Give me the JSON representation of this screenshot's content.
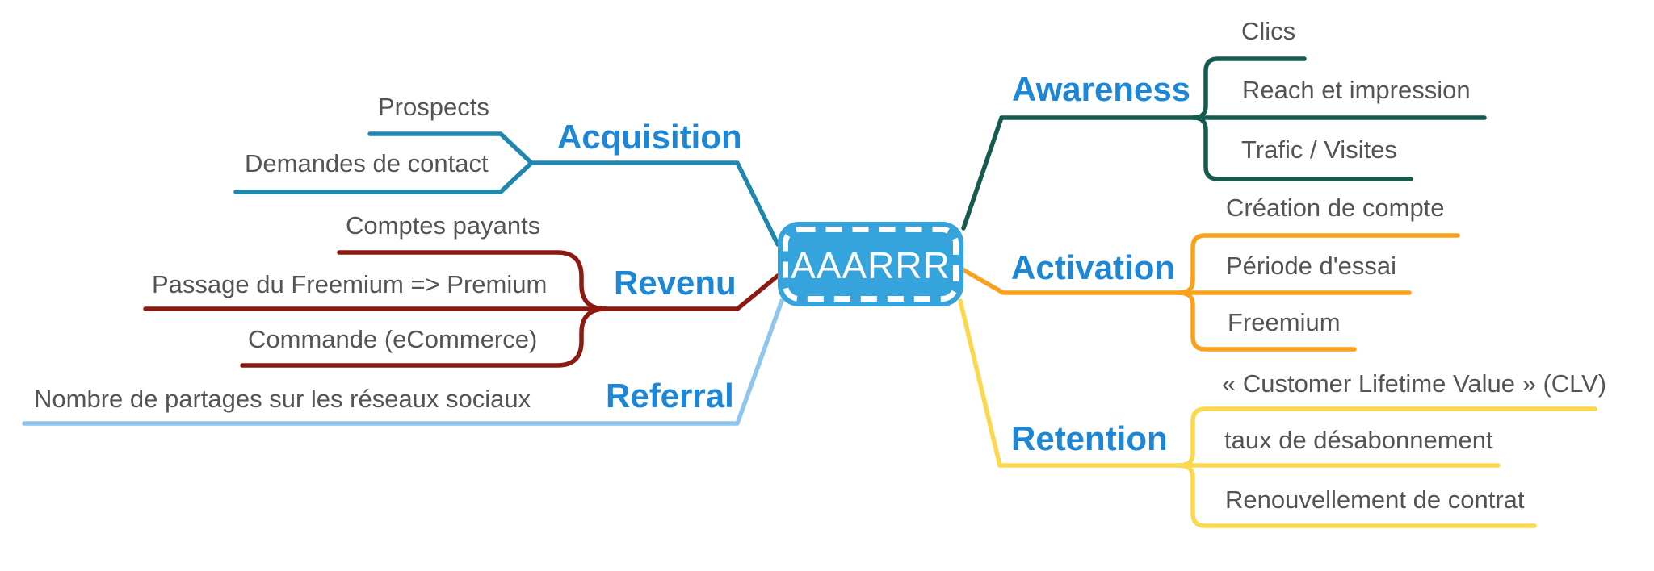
{
  "title": "AAARRR mind map",
  "colors": {
    "background": "#ffffff",
    "branch_label": "#1e87d5",
    "child_text": "#545454",
    "node_fill": "#35a3dc",
    "node_border": "#ffffff",
    "node_text": "#ffffff"
  },
  "center": {
    "label": "AAARRR"
  },
  "branches": [
    {
      "label": "Acquisition",
      "side": "left",
      "color": "#1f86ad",
      "children": [
        "Prospects",
        "Demandes de contact"
      ]
    },
    {
      "label": "Revenu",
      "side": "left",
      "color": "#8a1a12",
      "children": [
        "Comptes payants",
        "Passage du Freemium => Premium",
        "Commande (eCommerce)"
      ]
    },
    {
      "label": "Referral",
      "side": "left",
      "color": "#90c6ed",
      "children": [
        "Nombre de partages sur les réseaux sociaux"
      ]
    },
    {
      "label": "Awareness",
      "side": "right",
      "color": "#175a50",
      "children": [
        "Clics",
        "Reach et impression",
        "Trafic / Visites"
      ]
    },
    {
      "label": "Activation",
      "side": "right",
      "color": "#f9a11b",
      "children": [
        "Création de compte",
        "Période d'essai",
        "Freemium"
      ]
    },
    {
      "label": "Retention",
      "side": "right",
      "color": "#fbd84e",
      "children": [
        "« Customer Lifetime Value » (CLV)",
        "taux de désabonnement",
        "Renouvellement de contrat"
      ]
    }
  ]
}
